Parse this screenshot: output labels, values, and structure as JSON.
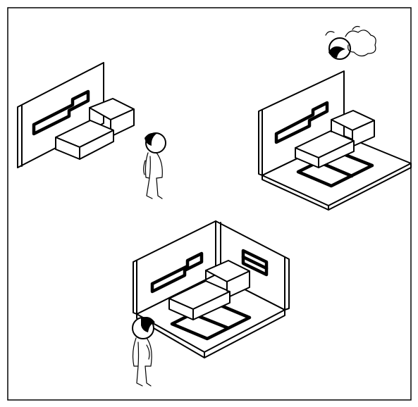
{
  "figure": {
    "background": "#ffffff",
    "line_color": "#000000",
    "panels": [
      {
        "id": "wall-only",
        "elements": [
          "back-wall",
          "wall-niche",
          "sofa-bed"
        ],
        "observer": "standing-child"
      },
      {
        "id": "wall-and-floor",
        "elements": [
          "back-wall",
          "floor",
          "wall-niche",
          "sofa-bed",
          "floor-mat"
        ],
        "observer": "thinking-child"
      },
      {
        "id": "full-room",
        "elements": [
          "back-wall",
          "side-wall",
          "floor",
          "wall-niche",
          "window",
          "sofa-bed",
          "floor-mat"
        ],
        "observer": "standing-child"
      }
    ]
  }
}
